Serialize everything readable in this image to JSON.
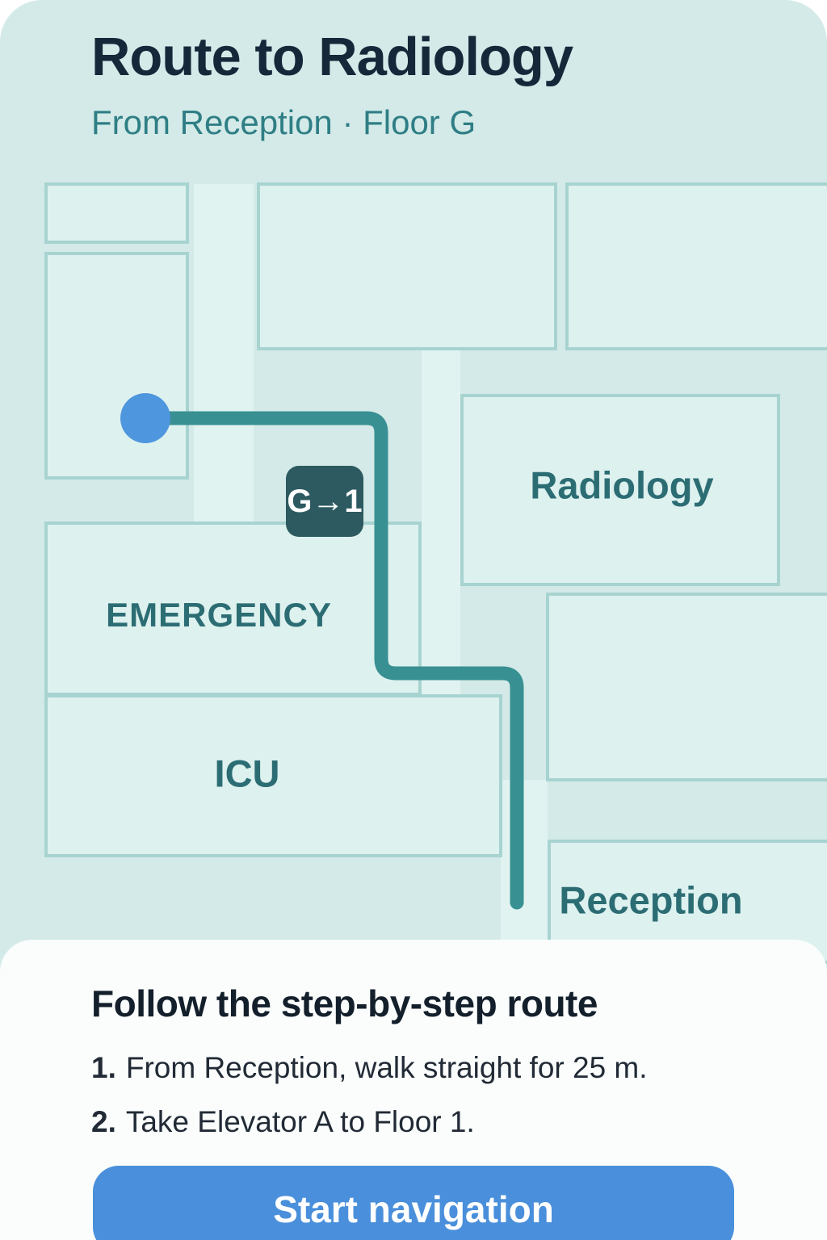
{
  "header": {
    "title": "Route to Radiology",
    "subtitle": "From Reception · Floor G"
  },
  "map": {
    "elevator_badge_label": "G→1",
    "rooms": {
      "radiology": "Radiology",
      "emergency": "EMERGENCY",
      "icu": "ICU",
      "reception": "Reception"
    }
  },
  "panel": {
    "heading": "Follow the step-by-step route",
    "steps": [
      {
        "num": "1.",
        "text": "From Reception, walk straight for 25 m."
      },
      {
        "num": "2.",
        "text": "Take Elevator A to Floor 1."
      }
    ],
    "button_label": "Start navigation"
  },
  "colors": {
    "card_background": "#d3eae8",
    "room_fill": "#ddf1ef",
    "room_stroke": "#a7d3d0",
    "corridor_fill": "#e1f3f1",
    "route": "#389092",
    "start_dot": "#4e96dd",
    "elevator_badge": "#2c5a60",
    "title_text": "#15283a",
    "subtitle_text": "#2f7e85",
    "room_label": "#2c6d74",
    "button": "#4a8fdb",
    "panel_background": "#fafdfc"
  }
}
